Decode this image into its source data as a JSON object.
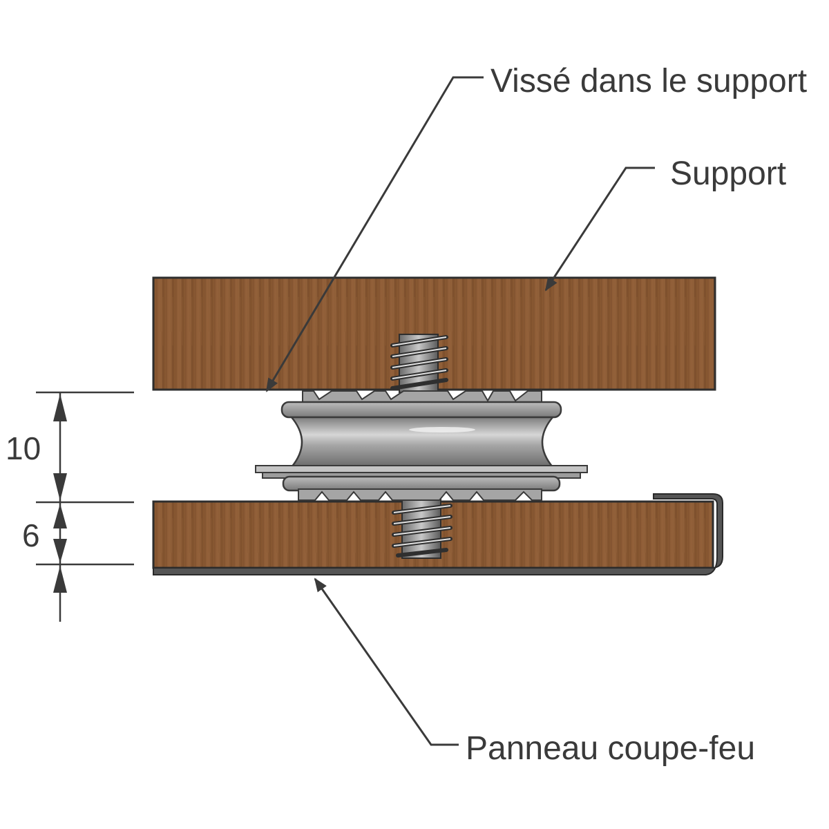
{
  "labels": {
    "screwed": "Vissé dans le support",
    "support": "Support",
    "fire_panel": "Panneau coupe-feu"
  },
  "dimensions": {
    "gap": "10",
    "panel_thickness": "6"
  },
  "colors": {
    "wood": "#8a5a33",
    "wood_dark": "#6e4526",
    "metal": "#9a9a9a",
    "metal_light": "#cfcfcf",
    "metal_dark": "#5e5e5e",
    "line": "#3a3a3a",
    "plate": "#555555"
  }
}
